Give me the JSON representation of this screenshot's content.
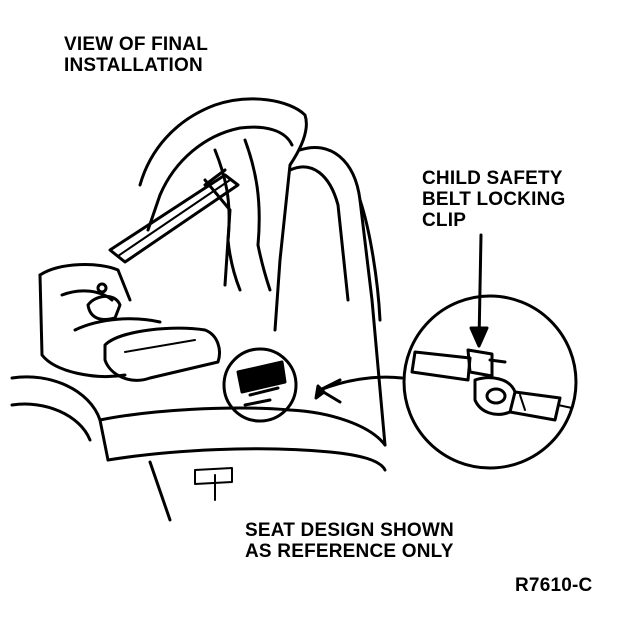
{
  "labels": {
    "view": [
      "VIEW OF FINAL",
      "INSTALLATION"
    ],
    "clip": [
      "CHILD SAFETY",
      "BELT LOCKING",
      "CLIP"
    ],
    "seat_note": [
      "SEAT DESIGN SHOWN",
      "AS REFERENCE ONLY"
    ],
    "figure_code": "R7610-C"
  },
  "colors": {
    "ink": "#000000",
    "paper": "#ffffff"
  }
}
